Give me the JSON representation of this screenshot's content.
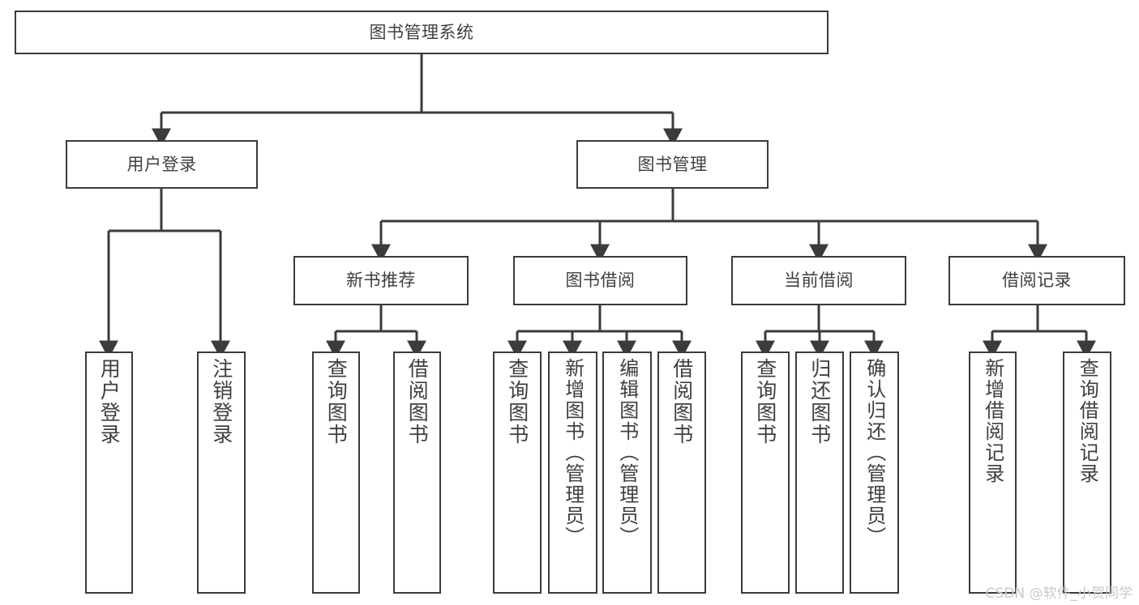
{
  "diagram": {
    "type": "tree-hierarchy",
    "title": "图书管理系统",
    "watermark": "CSDN @软件_小贺同学",
    "colors": {
      "background": "#ffffff",
      "box_border": "#3b3b3b",
      "box_fill": "#ffffff",
      "connector": "#3b3b3b",
      "text": "#3f3f3f",
      "watermark": "#c9c9c9"
    },
    "nodes": {
      "root": {
        "label": "图书管理系统",
        "orientation": "horizontal"
      },
      "level2": [
        {
          "id": "user-login",
          "label": "用户登录",
          "orientation": "horizontal"
        },
        {
          "id": "book-manage",
          "label": "图书管理",
          "orientation": "horizontal"
        }
      ],
      "level3": [
        {
          "id": "new-book-recommend",
          "label": "新书推荐",
          "orientation": "horizontal"
        },
        {
          "id": "book-borrow",
          "label": "图书借阅",
          "orientation": "horizontal"
        },
        {
          "id": "current-borrow",
          "label": "当前借阅",
          "orientation": "horizontal"
        },
        {
          "id": "borrow-record",
          "label": "借阅记录",
          "orientation": "horizontal"
        }
      ],
      "leaves": [
        {
          "id": "leaf-user-login",
          "label": "用户登录",
          "parent": "user-login",
          "orientation": "vertical"
        },
        {
          "id": "leaf-logout-login",
          "label": "注销登录",
          "parent": "user-login",
          "orientation": "vertical"
        },
        {
          "id": "leaf-query-book-1",
          "label": "查询图书",
          "parent": "new-book-recommend",
          "orientation": "vertical"
        },
        {
          "id": "leaf-borrow-book-1",
          "label": "借阅图书",
          "parent": "new-book-recommend",
          "orientation": "vertical"
        },
        {
          "id": "leaf-query-book-2",
          "label": "查询图书",
          "parent": "book-borrow",
          "orientation": "vertical"
        },
        {
          "id": "leaf-add-book",
          "label": "新增图书（管理员）",
          "parent": "book-borrow",
          "orientation": "vertical"
        },
        {
          "id": "leaf-edit-book",
          "label": "编辑图书（管理员）",
          "parent": "book-borrow",
          "orientation": "vertical"
        },
        {
          "id": "leaf-borrow-book-2",
          "label": "借阅图书",
          "parent": "book-borrow",
          "orientation": "vertical"
        },
        {
          "id": "leaf-query-book-3",
          "label": "查询图书",
          "parent": "current-borrow",
          "orientation": "vertical"
        },
        {
          "id": "leaf-return-book",
          "label": "归还图书",
          "parent": "current-borrow",
          "orientation": "vertical"
        },
        {
          "id": "leaf-confirm-return",
          "label": "确认归还（管理员）",
          "parent": "current-borrow",
          "orientation": "vertical"
        },
        {
          "id": "leaf-add-record",
          "label": "新增借阅记录",
          "parent": "borrow-record",
          "orientation": "vertical"
        },
        {
          "id": "leaf-query-record",
          "label": "查询借阅记录",
          "parent": "borrow-record",
          "orientation": "vertical"
        }
      ]
    }
  }
}
